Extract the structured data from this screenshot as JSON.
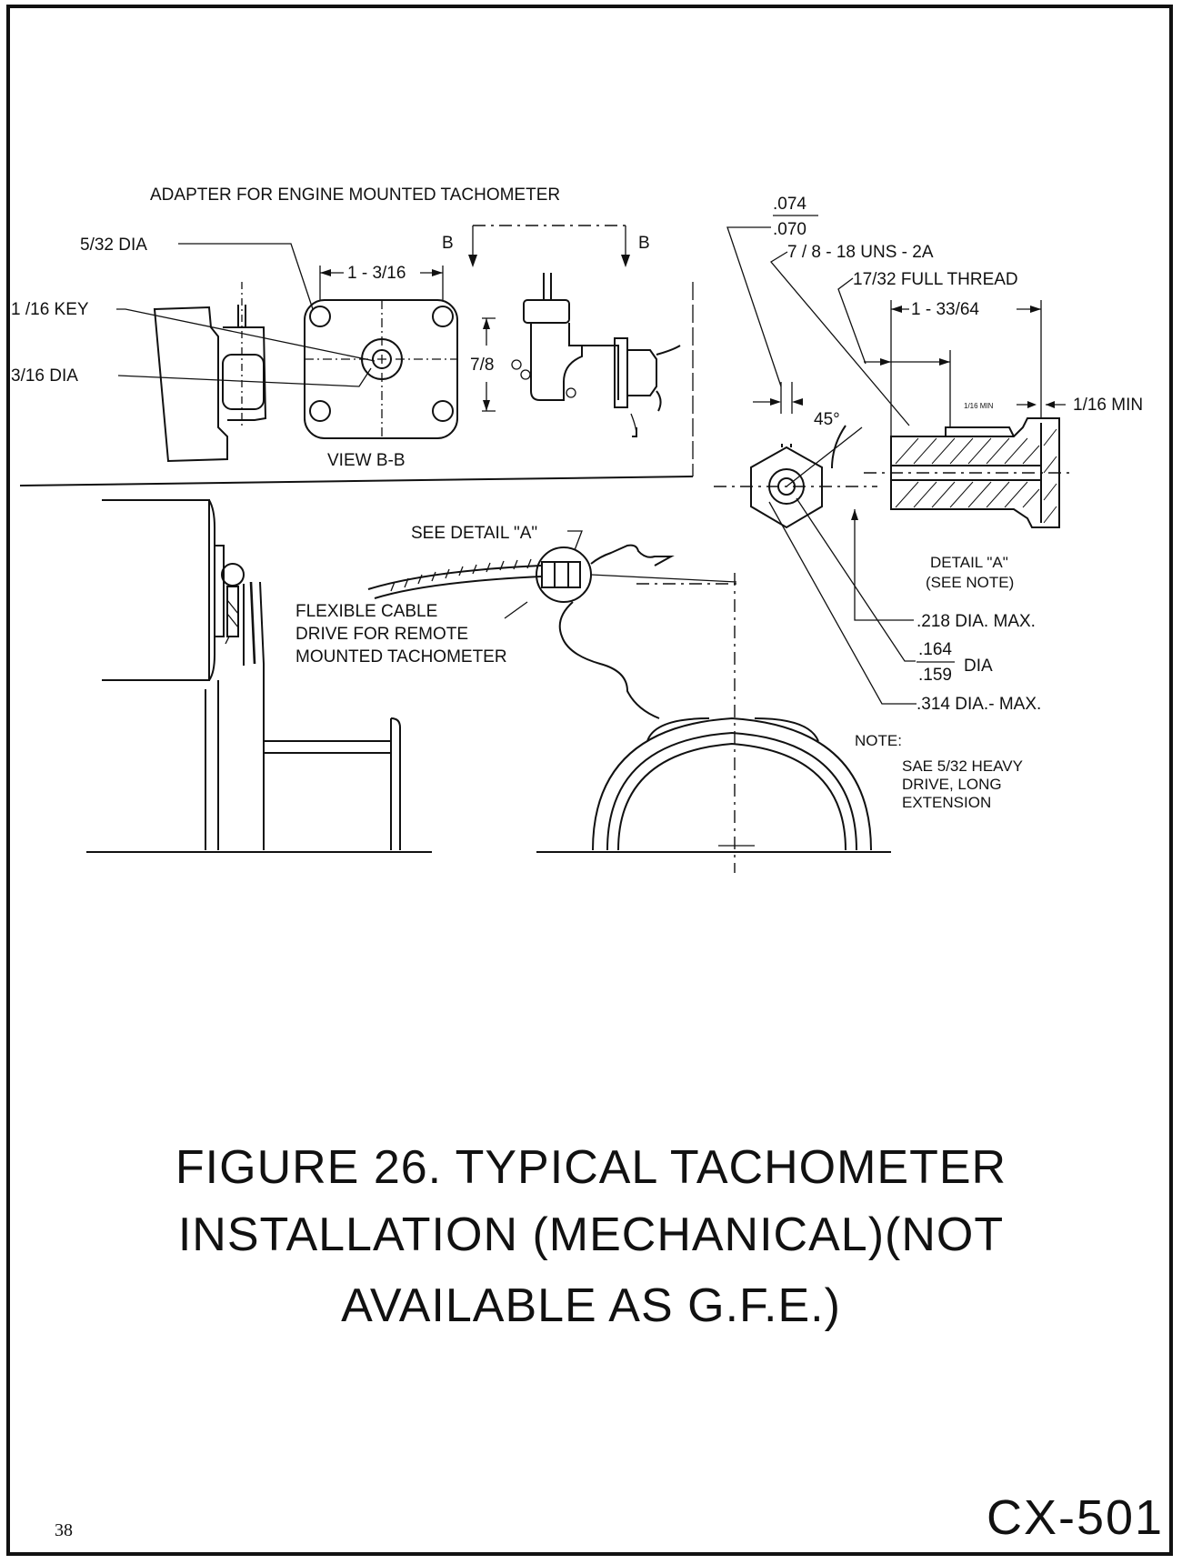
{
  "labels": {
    "adapter_title": "ADAPTER FOR ENGINE MOUNTED TACHOMETER",
    "section_b_left": "B",
    "section_b_right": "B",
    "dia_5_32": "5/32 DIA",
    "key_1_16": "1 /16 KEY",
    "dia_3_16": "3/16 DIA",
    "dim_1_3_16": "1 - 3/16",
    "dim_7_8": "7/8",
    "view_bb": "VIEW B-B",
    "see_detail": "SEE DETAIL \"A\"",
    "flex_cable_1": "FLEXIBLE CABLE",
    "flex_cable_2": "DRIVE FOR REMOTE",
    "flex_cable_3": "MOUNTED TACHOMETER",
    "tol_074": ".074",
    "tol_070": ".070",
    "thread_spec": "7 / 8 - 18 UNS - 2A",
    "full_thread": "17/32 FULL THREAD",
    "dim_1_33_64": "1 - 33/64",
    "min_small": "1/16 MIN",
    "min_1_16": "1/16 MIN",
    "angle_45": "45°",
    "detail_a_1": "DETAIL \"A\"",
    "detail_a_2": "(SEE NOTE)",
    "dia_218": ".218 DIA. MAX.",
    "tol_164": ".164",
    "tol_159": ".159",
    "dia_word": "DIA",
    "dia_314": ".314 DIA.- MAX.",
    "note_title": "NOTE:",
    "note_1": "SAE 5/32 HEAVY",
    "note_2": "DRIVE, LONG",
    "note_3": "EXTENSION"
  },
  "caption": {
    "line1": "FIGURE 26. TYPICAL   TACHOMETER",
    "line2": "INSTALLATION   (MECHANICAL)(NOT",
    "line3": "AVAILABLE  AS  G.F.E.)"
  },
  "footer": {
    "page_number": "38",
    "doc_code": "CX-501"
  }
}
